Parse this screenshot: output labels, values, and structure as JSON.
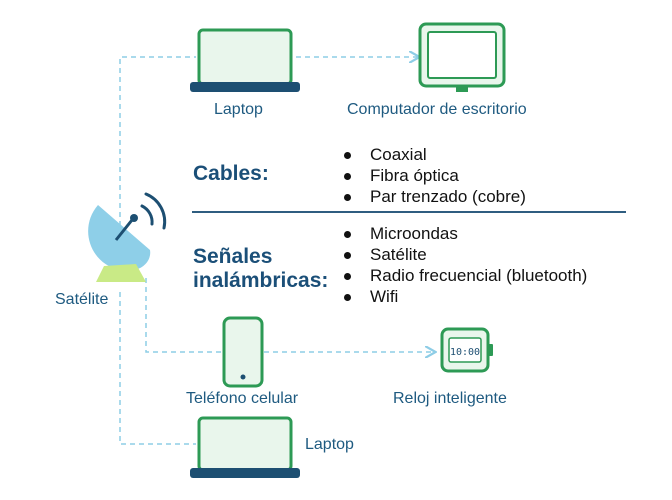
{
  "labels": {
    "laptop_top": "Laptop",
    "desktop": "Computador de escritorio",
    "satellite": "Satélite",
    "phone": "Teléfono celular",
    "watch": "Reloj inteligente",
    "laptop_bottom": "Laptop"
  },
  "cables": {
    "heading": "Cables:",
    "items": [
      "Coaxial",
      "Fibra óptica",
      "Par trenzado (cobre)"
    ]
  },
  "wireless": {
    "heading_line1": "Señales",
    "heading_line2": "inalámbricas:",
    "items": [
      "Microondas",
      "Satélite",
      "Radio frecuencial (bluetooth)",
      "Wifi"
    ]
  },
  "watch_display": "10:00",
  "colors": {
    "device_outline": "#2d9a55",
    "device_fill": "#e9f6ec",
    "laptop_base": "#1d4f72",
    "satellite_dish": "#8ecfe8",
    "satellite_stand": "#c9ea86",
    "connector": "#8ecde6",
    "text_label": "#1e5a80",
    "heading": "#1b4f78"
  }
}
